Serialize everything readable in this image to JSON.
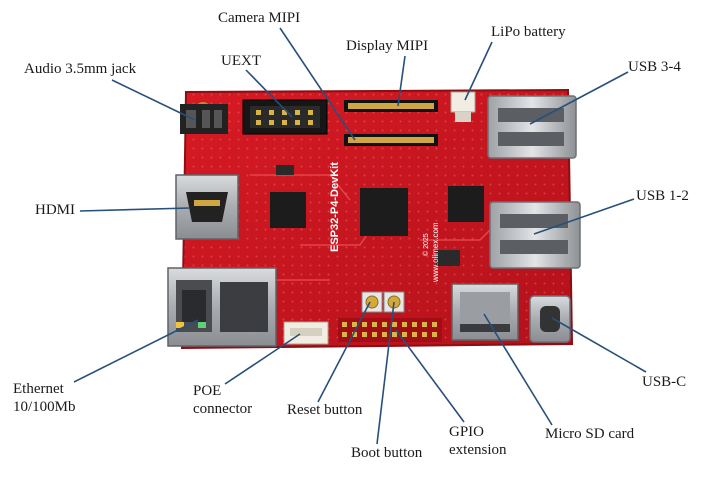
{
  "diagram": {
    "board_label": "ESP32-P4-DevKit",
    "silk_brand": "www.olimex.com",
    "silk_year": "© 2025",
    "callouts": [
      {
        "id": "audio",
        "lines": [
          "Audio 3.5mm jack"
        ]
      },
      {
        "id": "uext",
        "lines": [
          "UEXT"
        ]
      },
      {
        "id": "camera",
        "lines": [
          "Camera MIPI"
        ]
      },
      {
        "id": "display",
        "lines": [
          "Display MIPI"
        ]
      },
      {
        "id": "lipo",
        "lines": [
          "LiPo battery"
        ]
      },
      {
        "id": "usb34",
        "lines": [
          "USB 3-4"
        ]
      },
      {
        "id": "hdmi",
        "lines": [
          "HDMI"
        ]
      },
      {
        "id": "usb12",
        "lines": [
          "USB 1-2"
        ]
      },
      {
        "id": "usbc",
        "lines": [
          "USB-C"
        ]
      },
      {
        "id": "ethernet",
        "lines": [
          "Ethernet",
          "10/100Mb"
        ]
      },
      {
        "id": "poe",
        "lines": [
          "POE",
          "connector"
        ]
      },
      {
        "id": "reset",
        "lines": [
          "Reset button"
        ]
      },
      {
        "id": "boot",
        "lines": [
          "Boot button"
        ]
      },
      {
        "id": "gpio",
        "lines": [
          "GPIO",
          "extension"
        ]
      },
      {
        "id": "microsd",
        "lines": [
          "Micro SD card"
        ]
      }
    ],
    "colors": {
      "pcb": "#c8141e",
      "pcb_dark": "#9e0f16",
      "leader": "#27507a",
      "metal": "#b9bcc0",
      "chip": "#1c1c1c"
    }
  }
}
